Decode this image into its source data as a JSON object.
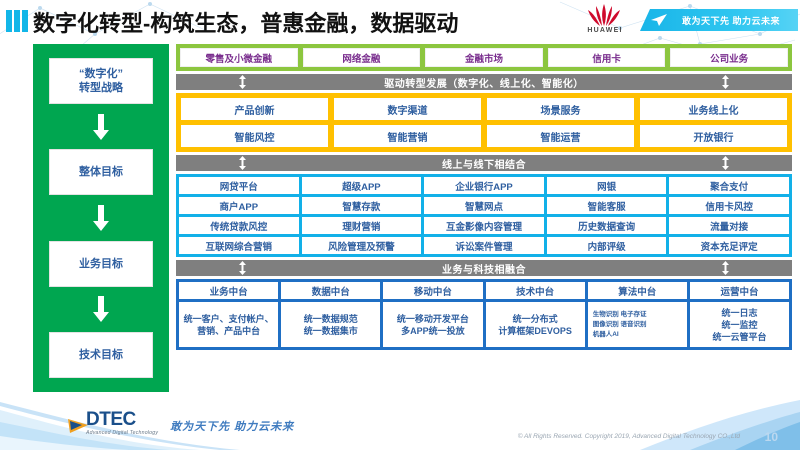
{
  "header": {
    "title": "数字化转型-构筑生态，普惠金融，数据驱动",
    "brand": "HUAWEI",
    "ribbon_text": "敢为天下先 助力云未来"
  },
  "strategy_column": {
    "items": [
      {
        "line1": "“数字化”",
        "line2": "转型战略"
      },
      {
        "line1": "整体目标",
        "line2": ""
      },
      {
        "line1": "业务目标",
        "line2": ""
      },
      {
        "line1": "技术目标",
        "line2": ""
      }
    ]
  },
  "business_lines": {
    "items": [
      "零售及小微金融",
      "网络金融",
      "金融市场",
      "信用卡",
      "公司业务"
    ]
  },
  "connectors": {
    "drive": "驱动转型发展（数字化、线上化、智能化）",
    "online_offline": "线上与线下相结合",
    "fusion": "业务与科技相融合"
  },
  "overall_goal": {
    "rows": [
      [
        "产品创新",
        "数字渠道",
        "场景服务",
        "业务线上化"
      ],
      [
        "智能风控",
        "智能营销",
        "智能运营",
        "开放银行"
      ]
    ]
  },
  "business_goal": {
    "rows": [
      [
        "网贷平台",
        "超级APP",
        "企业银行APP",
        "网银",
        "聚合支付"
      ],
      [
        "商户APP",
        "智慧存款",
        "智慧网点",
        "智能客服",
        "信用卡风控"
      ],
      [
        "传统贷款风控",
        "理财营销",
        "互金影像内容管理",
        "历史数据查询",
        "流量对接"
      ],
      [
        "互联网综合营销",
        "风险管理及预警",
        "诉讼案件管理",
        "内部评级",
        "资本充足评定"
      ]
    ]
  },
  "tech_goal": {
    "columns": [
      {
        "head": "业务中台",
        "body": "统一客户、支付帐户、营销、产品中台"
      },
      {
        "head": "数据中台",
        "body": "统一数据规范\n统一数据集市"
      },
      {
        "head": "移动中台",
        "body": "统一移动开发平台\n多APP统一投放"
      },
      {
        "head": "技术中台",
        "body": "统一分布式\n计算框架DEVOPS"
      },
      {
        "head": "算法中台",
        "body": "生物识别 电子存证\n图像识别 语音识别\n机器人AI"
      },
      {
        "head": "运营中台",
        "body": "统一日志\n统一监控\n统一云管平台"
      }
    ]
  },
  "footer": {
    "logo_text": "DTEC",
    "logo_sub": "Advanced Digital Technology",
    "slogan": "敢为天下先  助力云未来",
    "copyright": "© All Rights Reserved. Copyright 2019, Advanced Digital Technology CO.,Ltd",
    "page_number": "10"
  },
  "colors": {
    "green": "#00a650",
    "light_green": "#8cc63f",
    "orange": "#ffc000",
    "blue": "#12b0e8",
    "navy": "#1f6fc4",
    "gray": "#7f7f7f",
    "cell_text": "#2f5fa0",
    "huawei_red": "#cf0a2c"
  }
}
